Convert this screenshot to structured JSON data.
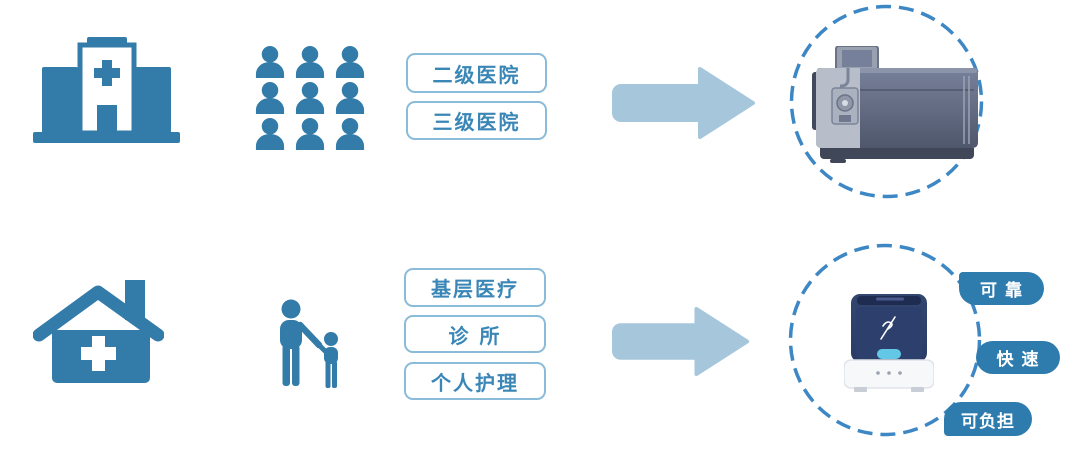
{
  "colors": {
    "icon_blue": "#337CA9",
    "box_border": "#8ABBD9",
    "box_text": "#3A87B7",
    "arrow_blue": "#A6C6DB",
    "circle_dash_blue": "#3D87C4",
    "badge_bg": "#2E7CAE",
    "badge_text": "#FFFFFF",
    "analyzer_button_cyan": "#62C8E6"
  },
  "icons": {
    "hospital": "hospital-building-icon",
    "people_group": "people-grid-icon",
    "home": "home-medical-icon",
    "family": "adult-child-icon",
    "arrow": "right-arrow-icon",
    "top_device": "benchtop-lab-analyzer-image",
    "bottom_device": "portable-poc-analyzer-image"
  },
  "top_row": {
    "people_count": 9,
    "labels": [
      "二级医院",
      "三级医院"
    ]
  },
  "bottom_row": {
    "labels": [
      "基层医疗",
      "诊 所",
      "个人护理"
    ],
    "badges": [
      "可 靠",
      "快 速",
      "可负担"
    ]
  }
}
